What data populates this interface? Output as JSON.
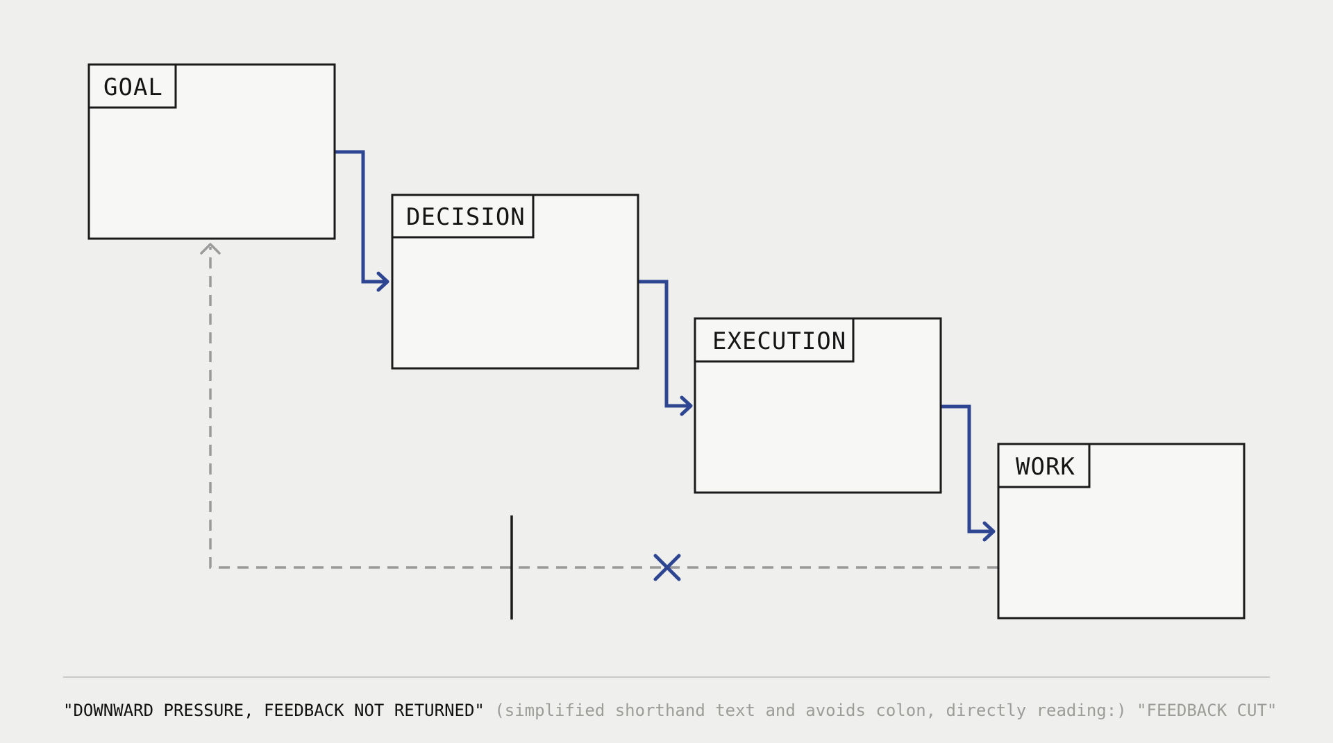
{
  "diagram": {
    "stages": [
      {
        "id": "goal",
        "label": "GOAL"
      },
      {
        "id": "decision",
        "label": "DECISION"
      },
      {
        "id": "execution",
        "label": "EXECUTION"
      },
      {
        "id": "work",
        "label": "WORK"
      }
    ],
    "flows": [
      {
        "from": "goal",
        "to": "decision",
        "style": "solid"
      },
      {
        "from": "decision",
        "to": "execution",
        "style": "solid"
      },
      {
        "from": "execution",
        "to": "work",
        "style": "solid"
      },
      {
        "from": "work",
        "to": "goal",
        "style": "dashed",
        "blocked": true
      }
    ],
    "colors": {
      "flow": "#2e4591",
      "feedback": "#9a9a9a",
      "box_stroke": "#1a1a1a",
      "box_fill": "#f7f7f5",
      "background": "#efefed"
    }
  },
  "caption": {
    "primary": "\"DOWNWARD PRESSURE, FEEDBACK NOT RETURNED\"",
    "note": "(simplified shorthand text and avoids colon, directly reading:)",
    "secondary": "\"FEEDBACK CUT\""
  }
}
